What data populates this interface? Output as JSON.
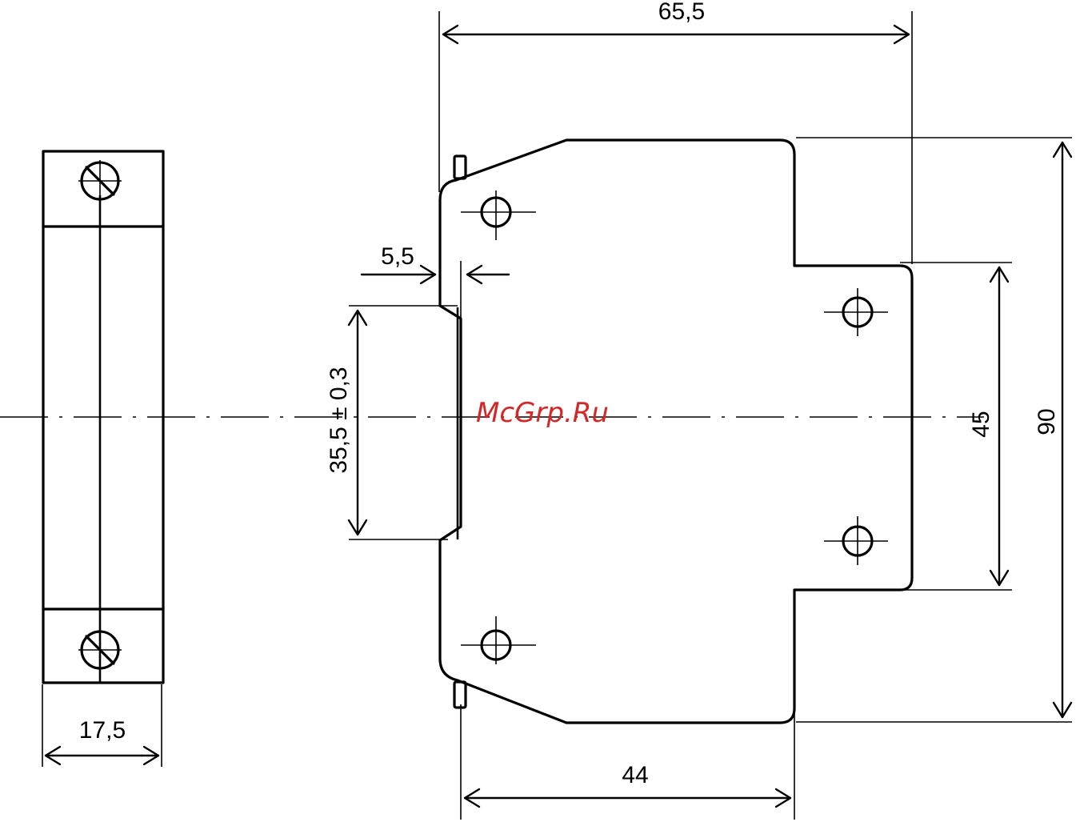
{
  "dimensions": {
    "width_module": "17,5",
    "total_depth": "65,5",
    "rail_offset": "5,5",
    "rail_width": "35,5 ± 0,3",
    "front_height": "45",
    "total_height": "90",
    "rail_to_front": "44"
  },
  "watermark": "McGrp.Ru",
  "colors": {
    "line": "#000000",
    "watermark": "#d42828",
    "background": "#ffffff"
  }
}
